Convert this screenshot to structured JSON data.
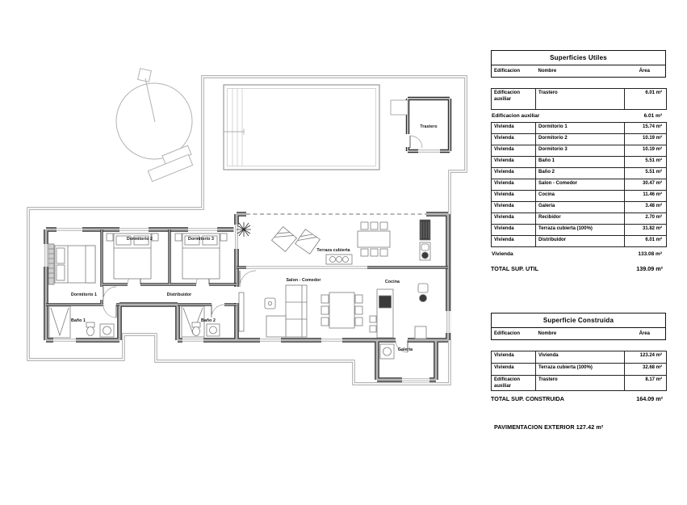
{
  "colors": {
    "wall_dark": "#2e2e2e",
    "wall_fill": "#b6b6b6",
    "boundary": "#9c9c9c",
    "furniture": "#7c7c7c",
    "appliance_dark": "#3a3a3a",
    "text": "#000000",
    "table_border": "#222222"
  },
  "plan": {
    "labels": {
      "dormitorio_1": "Dormitorio 1",
      "dormitorio_2": "Dormitorio 2",
      "dormitorio_3": "Dormitorio 3",
      "distribuidor": "Distribuidor",
      "bano_1": "Baño 1",
      "bano_2": "Baño 2",
      "salon_comedor": "Salon - Comedor",
      "cocina": "Cocina",
      "terraza_cubierta": "Terraza cubierta",
      "galeria": "Galeria",
      "trastero": "Trastero"
    }
  },
  "superficies_utiles": {
    "title": "Superficies Utiles",
    "columns": [
      "Edificacion",
      "Nombre",
      "Área"
    ],
    "aux_rows": [
      [
        "Edificacion auxiliar",
        "Trastero",
        "6.01 m²"
      ]
    ],
    "aux_subtotal": {
      "label": "Edificacion auxiliar",
      "value": "6.01 m²"
    },
    "vivienda_rows": [
      [
        "Vivienda",
        "Dormitorio 1",
        "15.74 m²"
      ],
      [
        "Vivienda",
        "Dormitorio 2",
        "10.19 m²"
      ],
      [
        "Vivienda",
        "Dormitorio 3",
        "10.19 m²"
      ],
      [
        "Vivienda",
        "Baño 1",
        "5.51 m²"
      ],
      [
        "Vivienda",
        "Baño 2",
        "5.51 m²"
      ],
      [
        "Vivienda",
        "Salon - Comedor",
        "30.47 m²"
      ],
      [
        "Vivienda",
        "Cocina",
        "11.46 m²"
      ],
      [
        "Vivienda",
        "Galeria",
        "3.48 m²"
      ],
      [
        "Vivienda",
        "Recibidor",
        "2.70 m²"
      ],
      [
        "Vivienda",
        "Terraza cubierta (100%)",
        "31.82 m²"
      ],
      [
        "Vivienda",
        "Distribuidor",
        "6.01 m²"
      ]
    ],
    "vivienda_subtotal": {
      "label": "Vivienda",
      "value": "133.08 m²"
    },
    "total": {
      "label": "TOTAL SUP. UTIL",
      "value": "139.09 m²"
    }
  },
  "superficie_construida": {
    "title": "Superficie Construida",
    "columns": [
      "Edificacion",
      "Nombre",
      "Área"
    ],
    "rows": [
      [
        "Vivienda",
        "Vivienda",
        "123.24 m²"
      ],
      [
        "Vivienda",
        "Terraza cubierta (100%)",
        "32.68 m²"
      ],
      [
        "Edificacion auxiliar",
        "Trastero",
        "8.17 m²"
      ]
    ],
    "total": {
      "label": "TOTAL SUP. CONSTRUIDA",
      "value": "164.09 m²"
    }
  },
  "footer_note": "PAVIMENTACION EXTERIOR 127.42 m²"
}
